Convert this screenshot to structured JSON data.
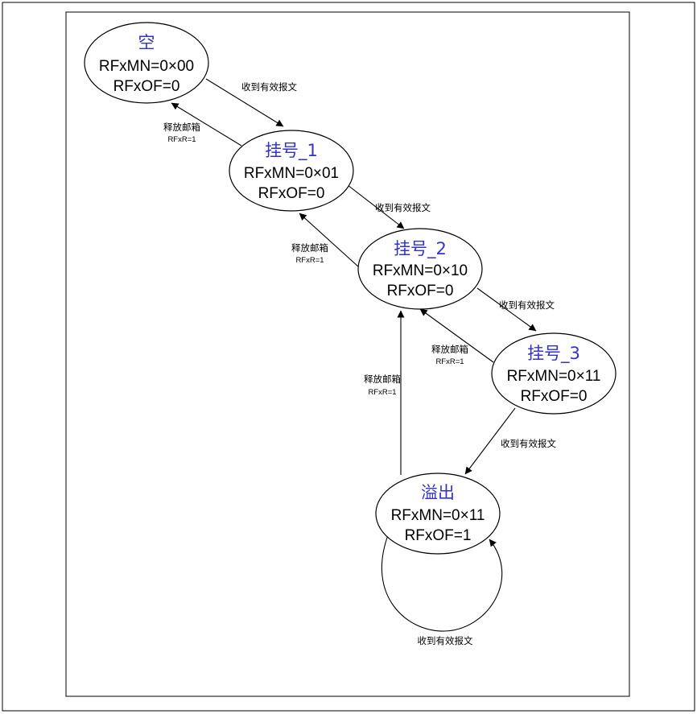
{
  "colors": {
    "state_name": "#3333cc",
    "text": "#000000",
    "line": "#000000"
  },
  "states": [
    {
      "id": "empty",
      "name": "空",
      "line1": "RFxMN=0×00",
      "line2": "RFxOF=0"
    },
    {
      "id": "pending1",
      "name": "挂号_1",
      "line1": "RFxMN=0×01",
      "line2": "RFxOF=0"
    },
    {
      "id": "pending2",
      "name": "挂号_2",
      "line1": "RFxMN=0×10",
      "line2": "RFxOF=0"
    },
    {
      "id": "pending3",
      "name": "挂号_3",
      "line1": "RFxMN=0×11",
      "line2": "RFxOF=0"
    },
    {
      "id": "overflow",
      "name": "溢出",
      "line1": "RFxMN=0×11",
      "line2": "RFxOF=1"
    }
  ],
  "transitions": [
    {
      "id": "receive-empty-to-1",
      "from": "empty",
      "to": "pending1",
      "label": "收到有效报文"
    },
    {
      "id": "release-1-to-empty",
      "from": "pending1",
      "to": "empty",
      "label": "释放邮箱",
      "sublabel": "RFxR=1"
    },
    {
      "id": "receive-1-to-2",
      "from": "pending1",
      "to": "pending2",
      "label": "收到有效报文"
    },
    {
      "id": "release-2-to-1",
      "from": "pending2",
      "to": "pending1",
      "label": "释放邮箱",
      "sublabel": "RFxR=1"
    },
    {
      "id": "receive-2-to-3",
      "from": "pending2",
      "to": "pending3",
      "label": "收到有效报文"
    },
    {
      "id": "release-3-to-2",
      "from": "pending3",
      "to": "pending2",
      "label": "释放邮箱",
      "sublabel": "RFxR=1"
    },
    {
      "id": "receive-3-to-overflow",
      "from": "pending3",
      "to": "overflow",
      "label": "收到有效报文"
    },
    {
      "id": "release-overflow-to-2",
      "from": "overflow",
      "to": "pending2",
      "label": "释放邮箱",
      "sublabel": "RFxR=1"
    },
    {
      "id": "receive-overflow-self",
      "from": "overflow",
      "to": "overflow",
      "label": "收到有效报文"
    }
  ]
}
